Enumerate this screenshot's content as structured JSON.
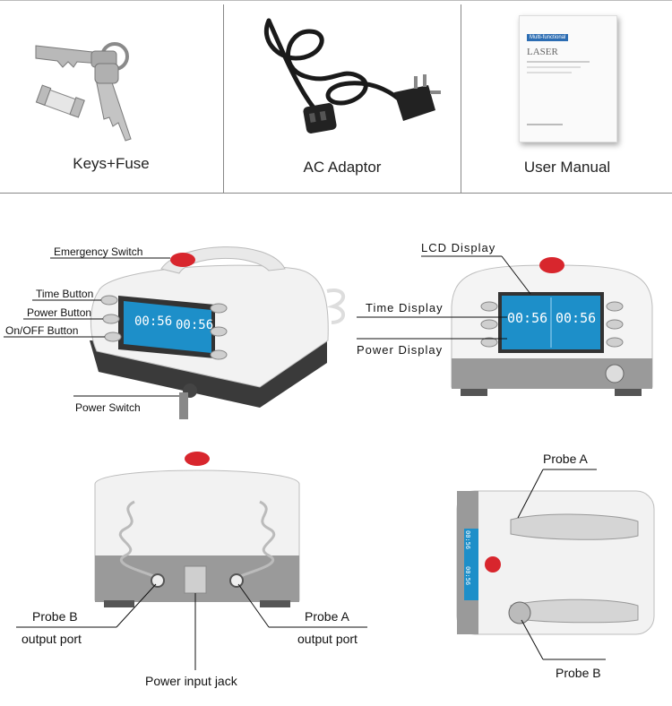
{
  "accessories": [
    {
      "caption": "Keys+Fuse",
      "icon": "keys-fuse-icon"
    },
    {
      "caption": "AC Adaptor",
      "icon": "power-cord-icon"
    },
    {
      "caption": "User Manual",
      "icon": "manual-booklet-icon"
    }
  ],
  "manual_cover": {
    "badge": "Multi-functional",
    "title": "LASER"
  },
  "front_view": {
    "emergency_switch": "Emergency Switch",
    "time_button": "Time Button",
    "power_button": "Power Button",
    "onoff_button": "On/OFF Button",
    "power_switch": "Power Switch",
    "lcd_time_left": "00:56",
    "lcd_time_right": "00:56"
  },
  "face_view": {
    "lcd_display": "LCD Display",
    "time_display": "Time Display",
    "power_display": "Power Display",
    "lcd_time_left": "00:56",
    "lcd_time_right": "00:56"
  },
  "back_view": {
    "probe_b_port_line1": "Probe B",
    "probe_b_port_line2": "output port",
    "probe_a_port_line1": "Probe A",
    "probe_a_port_line2": "output port",
    "power_input": "Power input jack"
  },
  "top_view": {
    "probe_a": "Probe A",
    "probe_b": "Probe B",
    "side_lcd_left": "00:56",
    "side_lcd_right": "00:56"
  },
  "colors": {
    "lcd_blue": "#1d8fc9",
    "emergency_red": "#d8262d",
    "device_white": "#f2f2f2",
    "device_grey": "#9a9a9a"
  }
}
